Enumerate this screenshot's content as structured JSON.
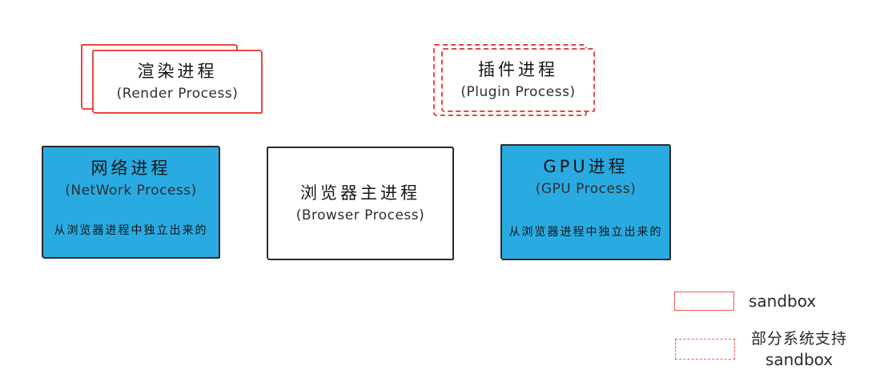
{
  "boxes": {
    "render": {
      "title": "渲染进程",
      "subtitle": "(Render Process)"
    },
    "plugin": {
      "title": "插件进程",
      "subtitle": "(Plugin Process)"
    },
    "network": {
      "title": "网络进程",
      "subtitle": "(NetWork Process)",
      "note": "从浏览器进程中独立出来的"
    },
    "browser": {
      "title": "浏览器主进程",
      "subtitle": "(Browser Process)"
    },
    "gpu": {
      "title": "GPU进程",
      "subtitle": "(GPU Process)",
      "note": "从浏览器进程中独立出来的"
    }
  },
  "legend": {
    "sandbox": {
      "label": "sandbox"
    },
    "partial_sandbox": {
      "label_line1": "部分系统支持",
      "label_line2": "sandbox"
    }
  },
  "colors": {
    "process_fill_blue": "#29abe2",
    "sandbox_red": "#e8473f",
    "box_border_dark": "#2b2b2b"
  }
}
